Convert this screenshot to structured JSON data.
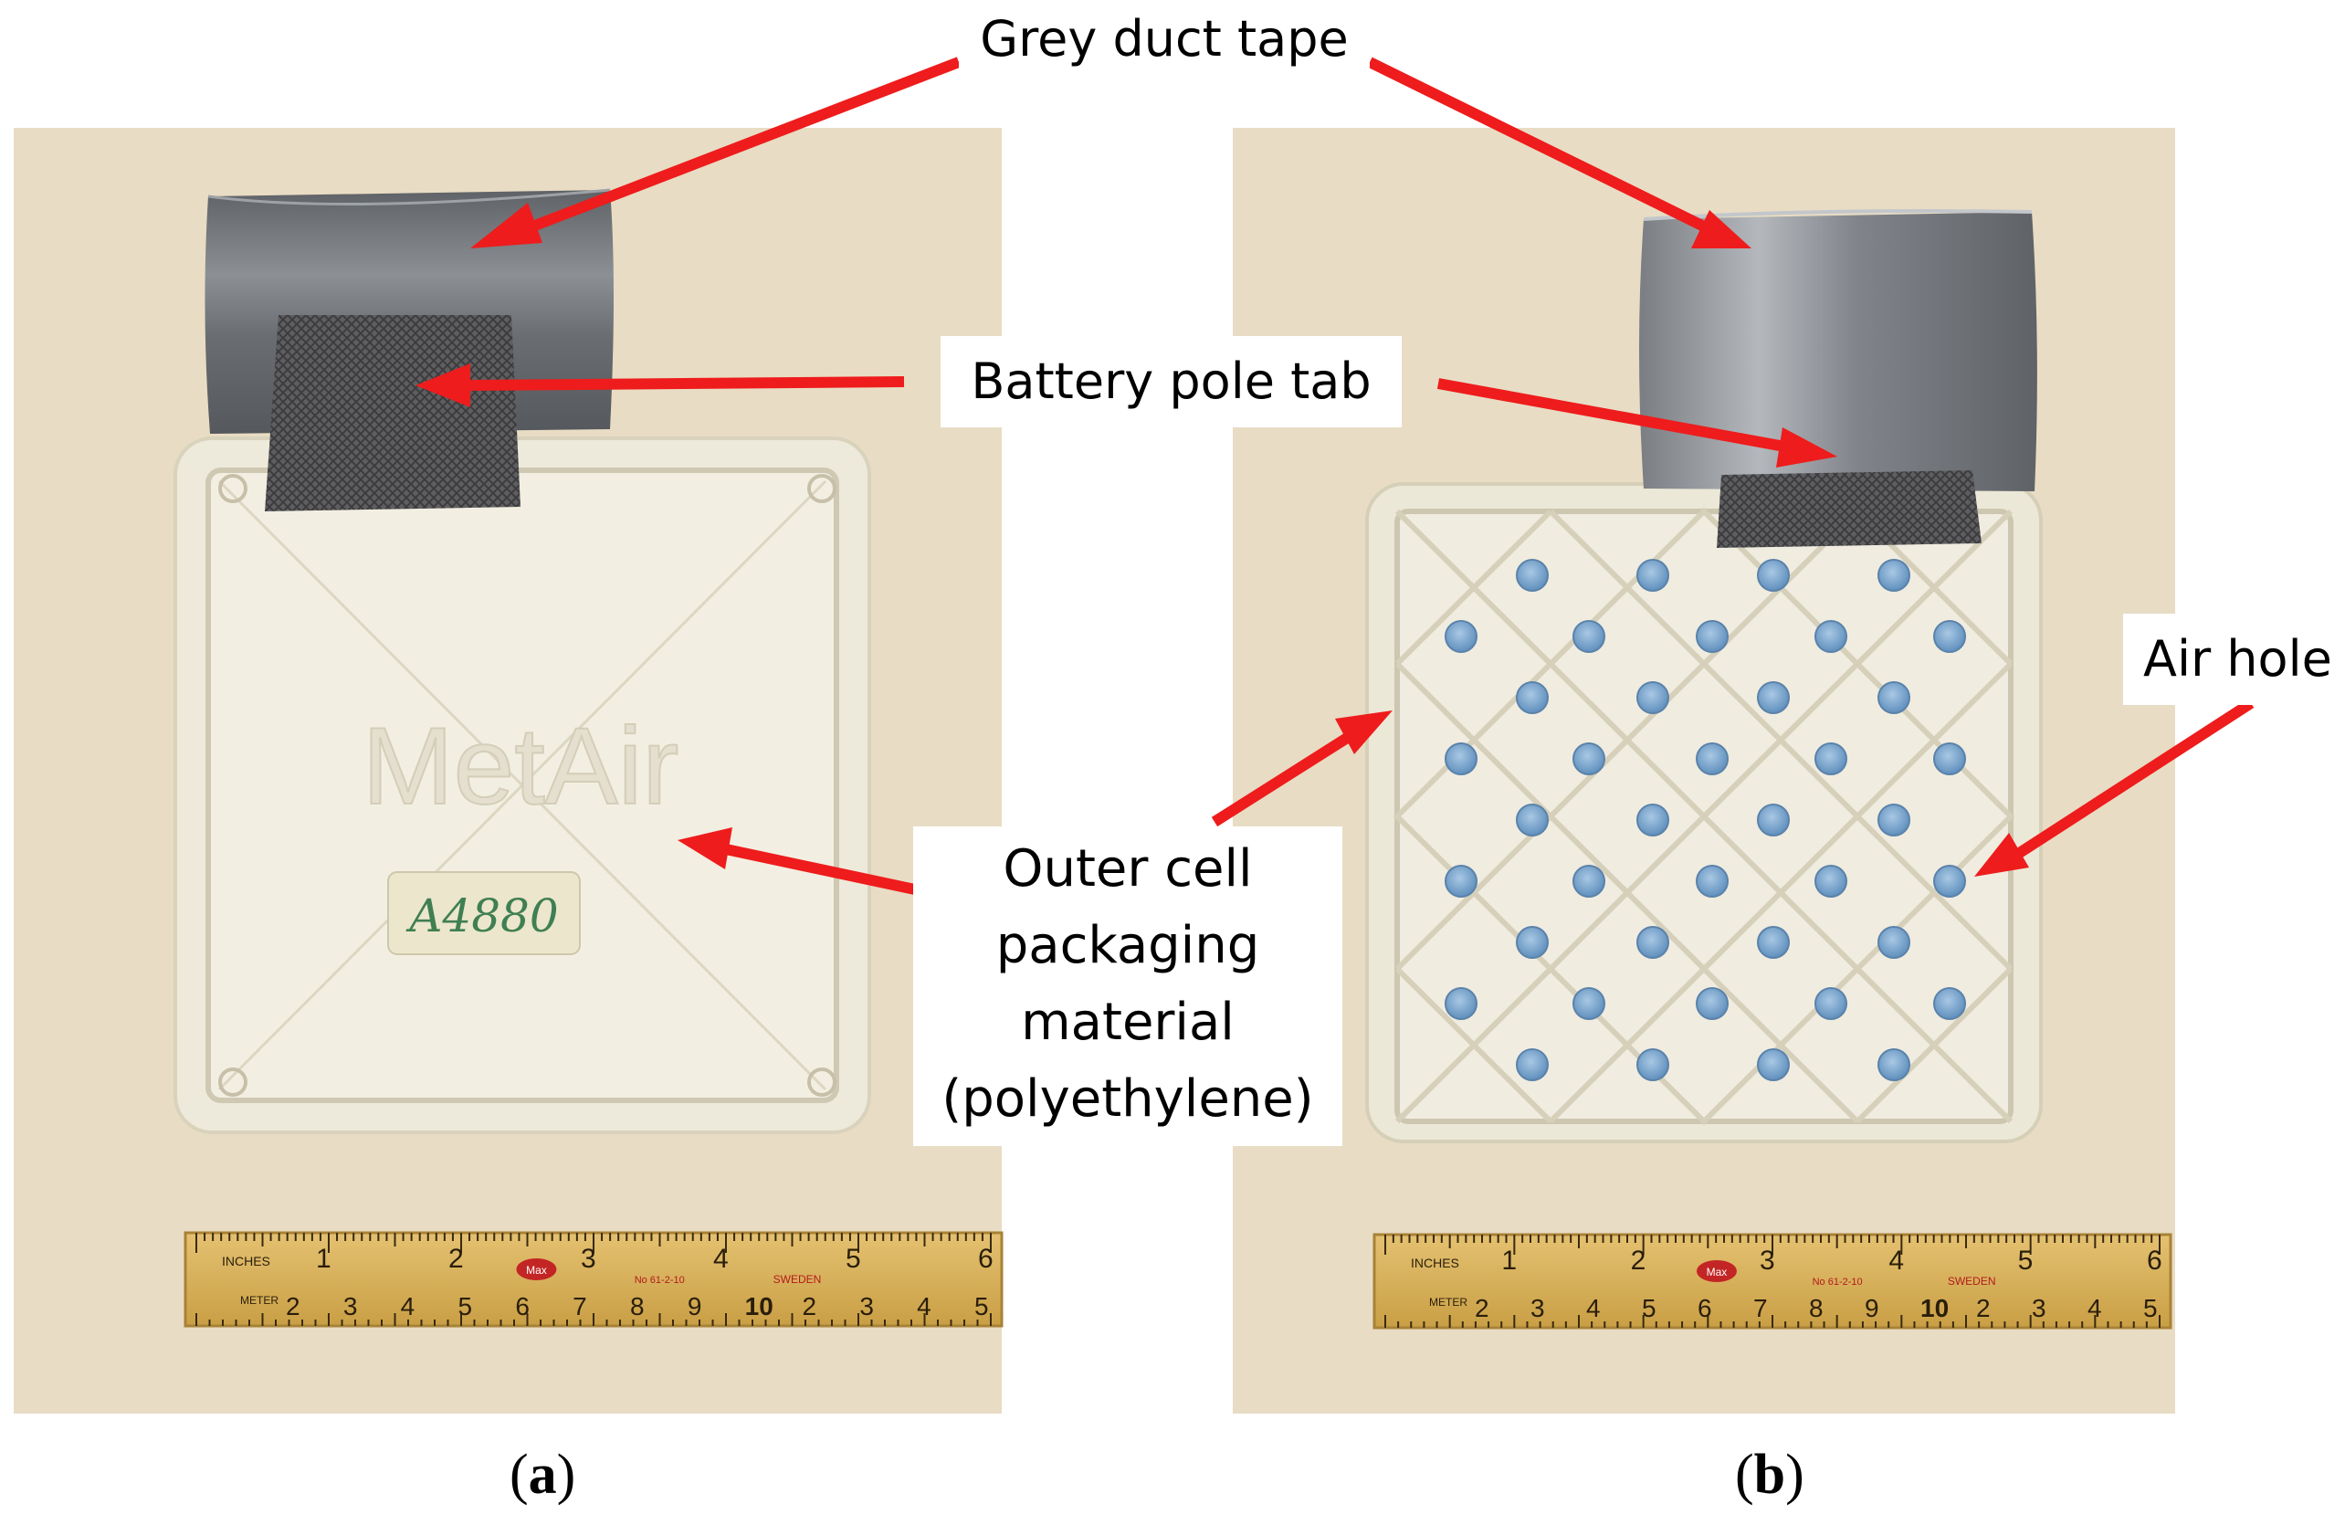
{
  "figure": {
    "panels": [
      {
        "id": "a",
        "caption_letter": "a",
        "ruler": {
          "top_numbers": [
            "1",
            "2",
            "3",
            "4",
            "5",
            "6"
          ],
          "bottom_numbers": [
            "2",
            "3",
            "4",
            "5",
            "6",
            "7",
            "8",
            "9",
            "10",
            "2",
            "3",
            "4",
            "5"
          ],
          "labels": [
            "INCHES",
            "METER",
            "SWEDEN",
            "Max",
            "No 61-2-10"
          ]
        },
        "label_sticker": "A4880",
        "embossed_text": "MetAir"
      },
      {
        "id": "b",
        "caption_letter": "b",
        "ruler": {
          "top_numbers": [
            "1",
            "2",
            "3",
            "4",
            "5",
            "6"
          ],
          "bottom_numbers": [
            "2",
            "3",
            "4",
            "5",
            "6",
            "7",
            "8",
            "9",
            "10",
            "2",
            "3",
            "4",
            "5"
          ],
          "labels": [
            "INCHES",
            "METER",
            "SWEDEN",
            "Max",
            "No 61-2-10"
          ]
        },
        "air_holes": 40
      }
    ],
    "annotations": {
      "grey_duct_tape": "Grey duct tape",
      "battery_pole_tab": "Battery pole tab",
      "outer_cell_packaging_lines": [
        "Outer cell",
        "packaging",
        "material",
        "(polyethylene)"
      ],
      "air_hole": "Air hole"
    },
    "colors": {
      "arrow": "#ee1c1c",
      "background_photo": "#e9ddc6",
      "plate": "#efebd9",
      "tape": "#6f7276",
      "mesh": "#57575a",
      "air_hole": "#6e9cc6",
      "ruler": "#dcb55c"
    }
  }
}
